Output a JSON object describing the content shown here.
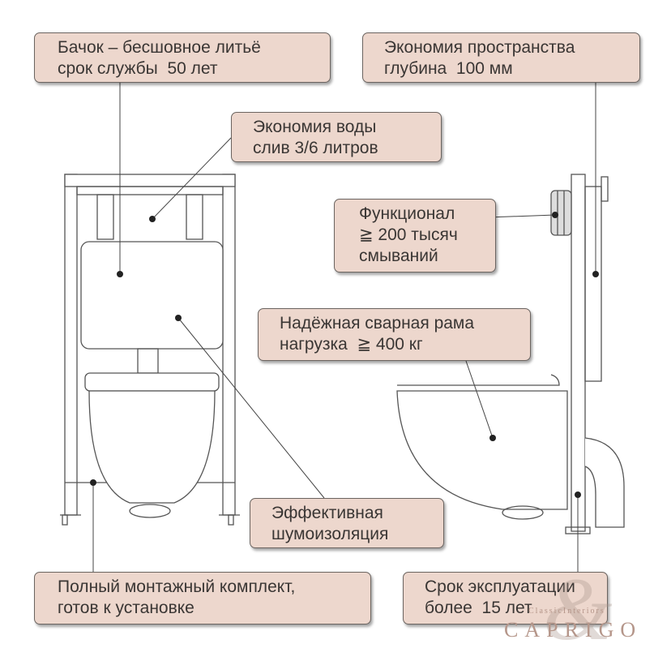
{
  "callouts": [
    {
      "id": "tank",
      "lines": [
        "Бачок – бесшовное литьё",
        "срок службы  50 лет"
      ]
    },
    {
      "id": "space",
      "lines": [
        "Экономия пространства",
        "глубина  100 мм"
      ]
    },
    {
      "id": "water",
      "lines": [
        "Экономия воды",
        "слив 3/6 литров"
      ]
    },
    {
      "id": "function",
      "lines": [
        "Функционал",
        "≧ 200 тысяч",
        "смываний"
      ]
    },
    {
      "id": "frame",
      "lines": [
        "Надёжная сварная рама",
        "нагрузка  ≧ 400 кг"
      ]
    },
    {
      "id": "noise",
      "lines": [
        "Эффективная",
        "шумоизоляция"
      ]
    },
    {
      "id": "kit",
      "lines": [
        "Полный монтажный комплект,",
        "готов к установке"
      ]
    },
    {
      "id": "lifetime",
      "lines": [
        "Срок эксплуатации",
        "более  15 лет"
      ]
    }
  ],
  "logo": {
    "tagline": "ClassicInteriors",
    "brand": "CAPRIGO"
  },
  "colors": {
    "callout_fill": "#edd7cd",
    "callout_border": "#6b6460",
    "text": "#3a3634",
    "logo": "#b5968a"
  }
}
